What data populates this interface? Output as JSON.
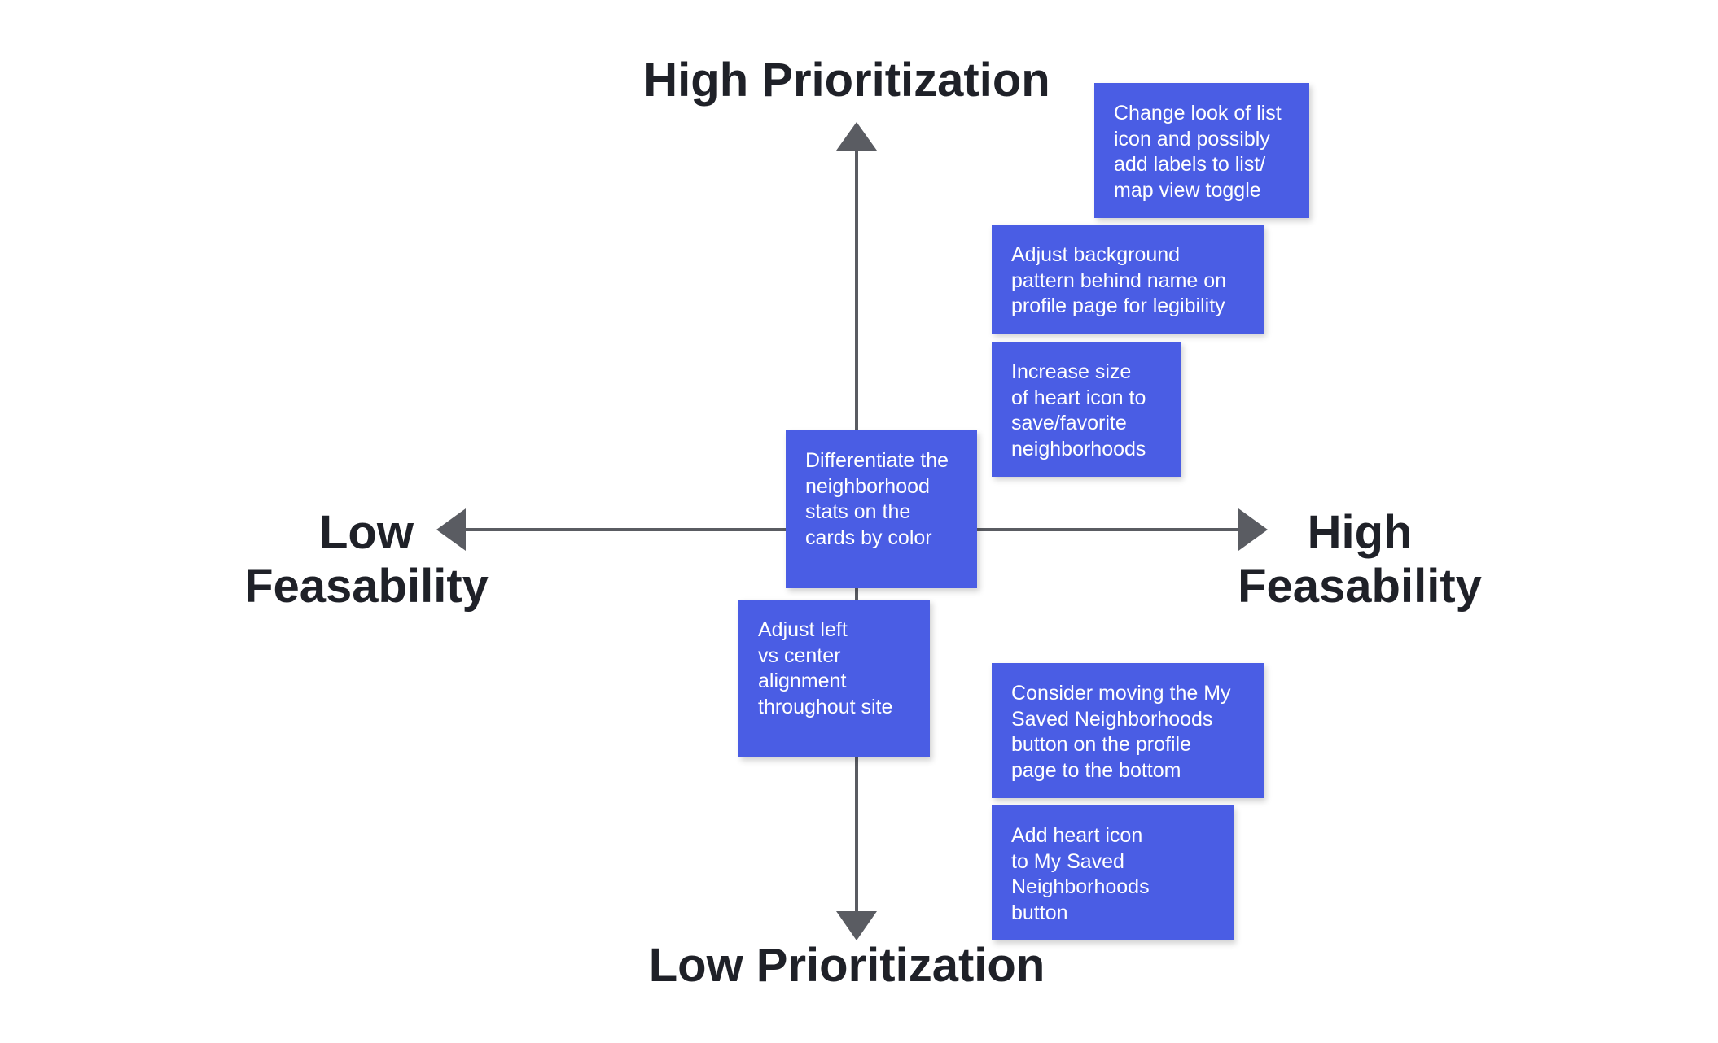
{
  "axes": {
    "top_label": "High Prioritization",
    "bottom_label": "Low Prioritization",
    "left_label": [
      "Low",
      "Feasability"
    ],
    "right_label": [
      "High",
      "Feasability"
    ],
    "axis_color": "#5a5c62",
    "label_color": "#1f2128"
  },
  "notes_color": "#4a5de4",
  "notes": [
    {
      "id": "list-toggle",
      "text": "Change look of list\nicon and possibly\nadd labels to list/\nmap view toggle"
    },
    {
      "id": "background",
      "text": "Adjust background\npattern behind name on\nprofile page for legibility"
    },
    {
      "id": "heart-size",
      "text": "Increase size\nof heart icon to\nsave/favorite\nneighborhoods"
    },
    {
      "id": "stats-color",
      "text": "Differentiate the\nneighborhood\nstats on the\ncards by color"
    },
    {
      "id": "alignment",
      "text": "Adjust left\nvs center\nalignment\nthroughout site"
    },
    {
      "id": "move-button",
      "text": "Consider moving the My\nSaved Neighborhoods\nbutton on the profile\npage to the bottom"
    },
    {
      "id": "heart-button",
      "text": "Add heart icon\nto My Saved\nNeighborhoods\nbutton"
    }
  ]
}
